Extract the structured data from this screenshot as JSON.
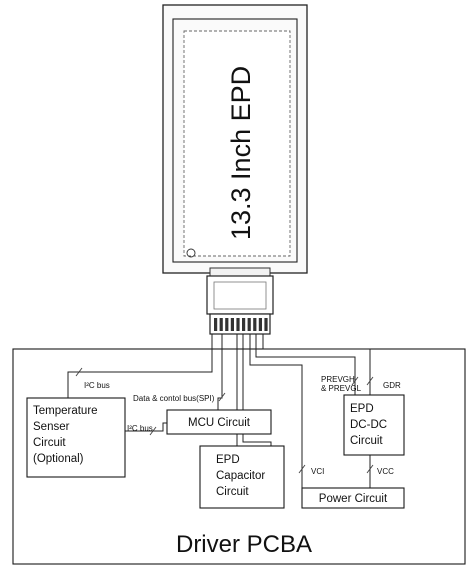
{
  "display": {
    "title": "13.3 Inch EPD"
  },
  "pcba": {
    "title": "Driver PCBA"
  },
  "blocks": {
    "temperature": [
      "Temperature",
      "Senser",
      "Circuit",
      "(Optional)"
    ],
    "mcu": "MCU Circuit",
    "capacitor": [
      "EPD",
      "Capacitor",
      "Circuit"
    ],
    "dcdc": [
      "EPD",
      "DC-DC",
      "Circuit"
    ],
    "power": "Power Circuit"
  },
  "signals": {
    "i2c_top": "I²C bus",
    "i2c_mcu": "I²C bus",
    "spi": "Data & contol bus(SPI)",
    "prevgh_1": "PREVGH",
    "prevgh_2": "& PREVGL",
    "gdr": "GDR",
    "vci": "VCI",
    "vcc": "VCC"
  }
}
